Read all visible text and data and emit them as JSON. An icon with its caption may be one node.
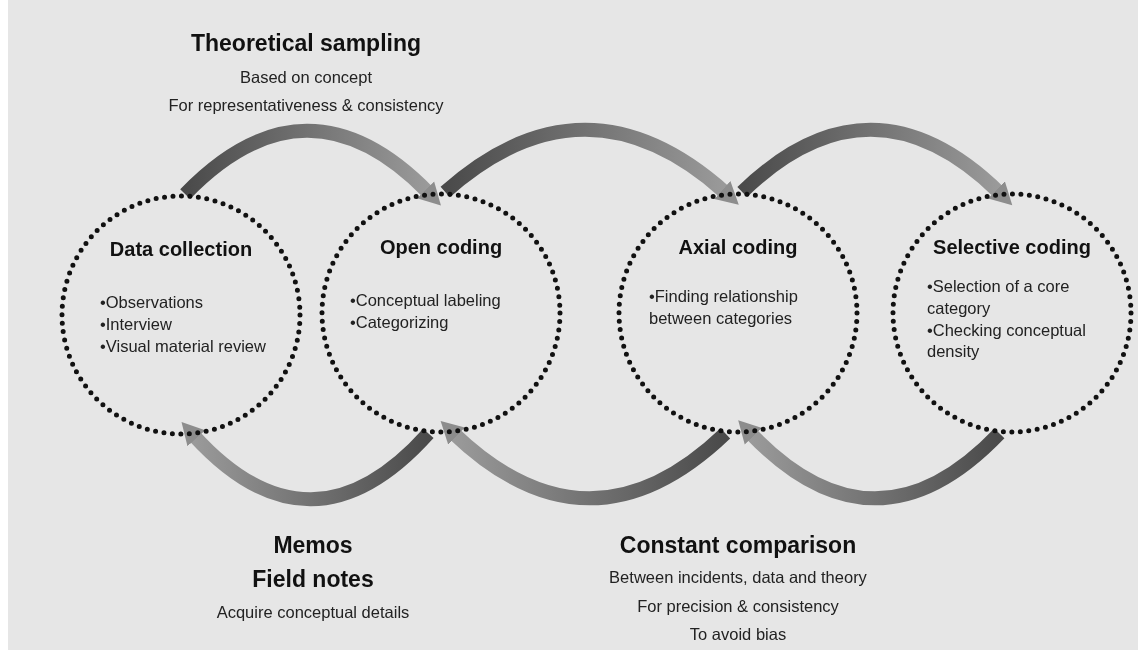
{
  "diagram": {
    "nodes": [
      {
        "text": [
          "Data collection",
          "•Observations",
          "•Interview",
          "•Visual material review"
        ]
      },
      {
        "text": [
          "Open coding",
          "•Conceptual labeling",
          "•Categorizing"
        ]
      },
      {
        "text": [
          "Axial coding",
          "•Finding relationship between categories"
        ]
      },
      {
        "text": [
          "Selective coding",
          "•Selection of a core category",
          "•Checking conceptual density"
        ]
      }
    ],
    "edges": [
      {
        "from": 0,
        "to": 1,
        "arrow": "to"
      },
      {
        "from": 1,
        "to": 2,
        "arrow": "to"
      },
      {
        "from": 2,
        "to": 3,
        "arrow": "to"
      },
      {
        "from": 1,
        "to": 0,
        "arrow": "to"
      },
      {
        "from": 2,
        "to": 1,
        "arrow": "to"
      },
      {
        "from": 3,
        "to": 2,
        "arrow": "to"
      }
    ],
    "labels": [
      "Theoretical sampling",
      "Based on concept",
      "For representativeness & consistency",
      "Memos",
      "Field notes",
      "Constant comparison",
      "Acquire conceptual details",
      "Between incidents, data and theory",
      "For precision & consistency",
      "To avoid bias"
    ]
  }
}
